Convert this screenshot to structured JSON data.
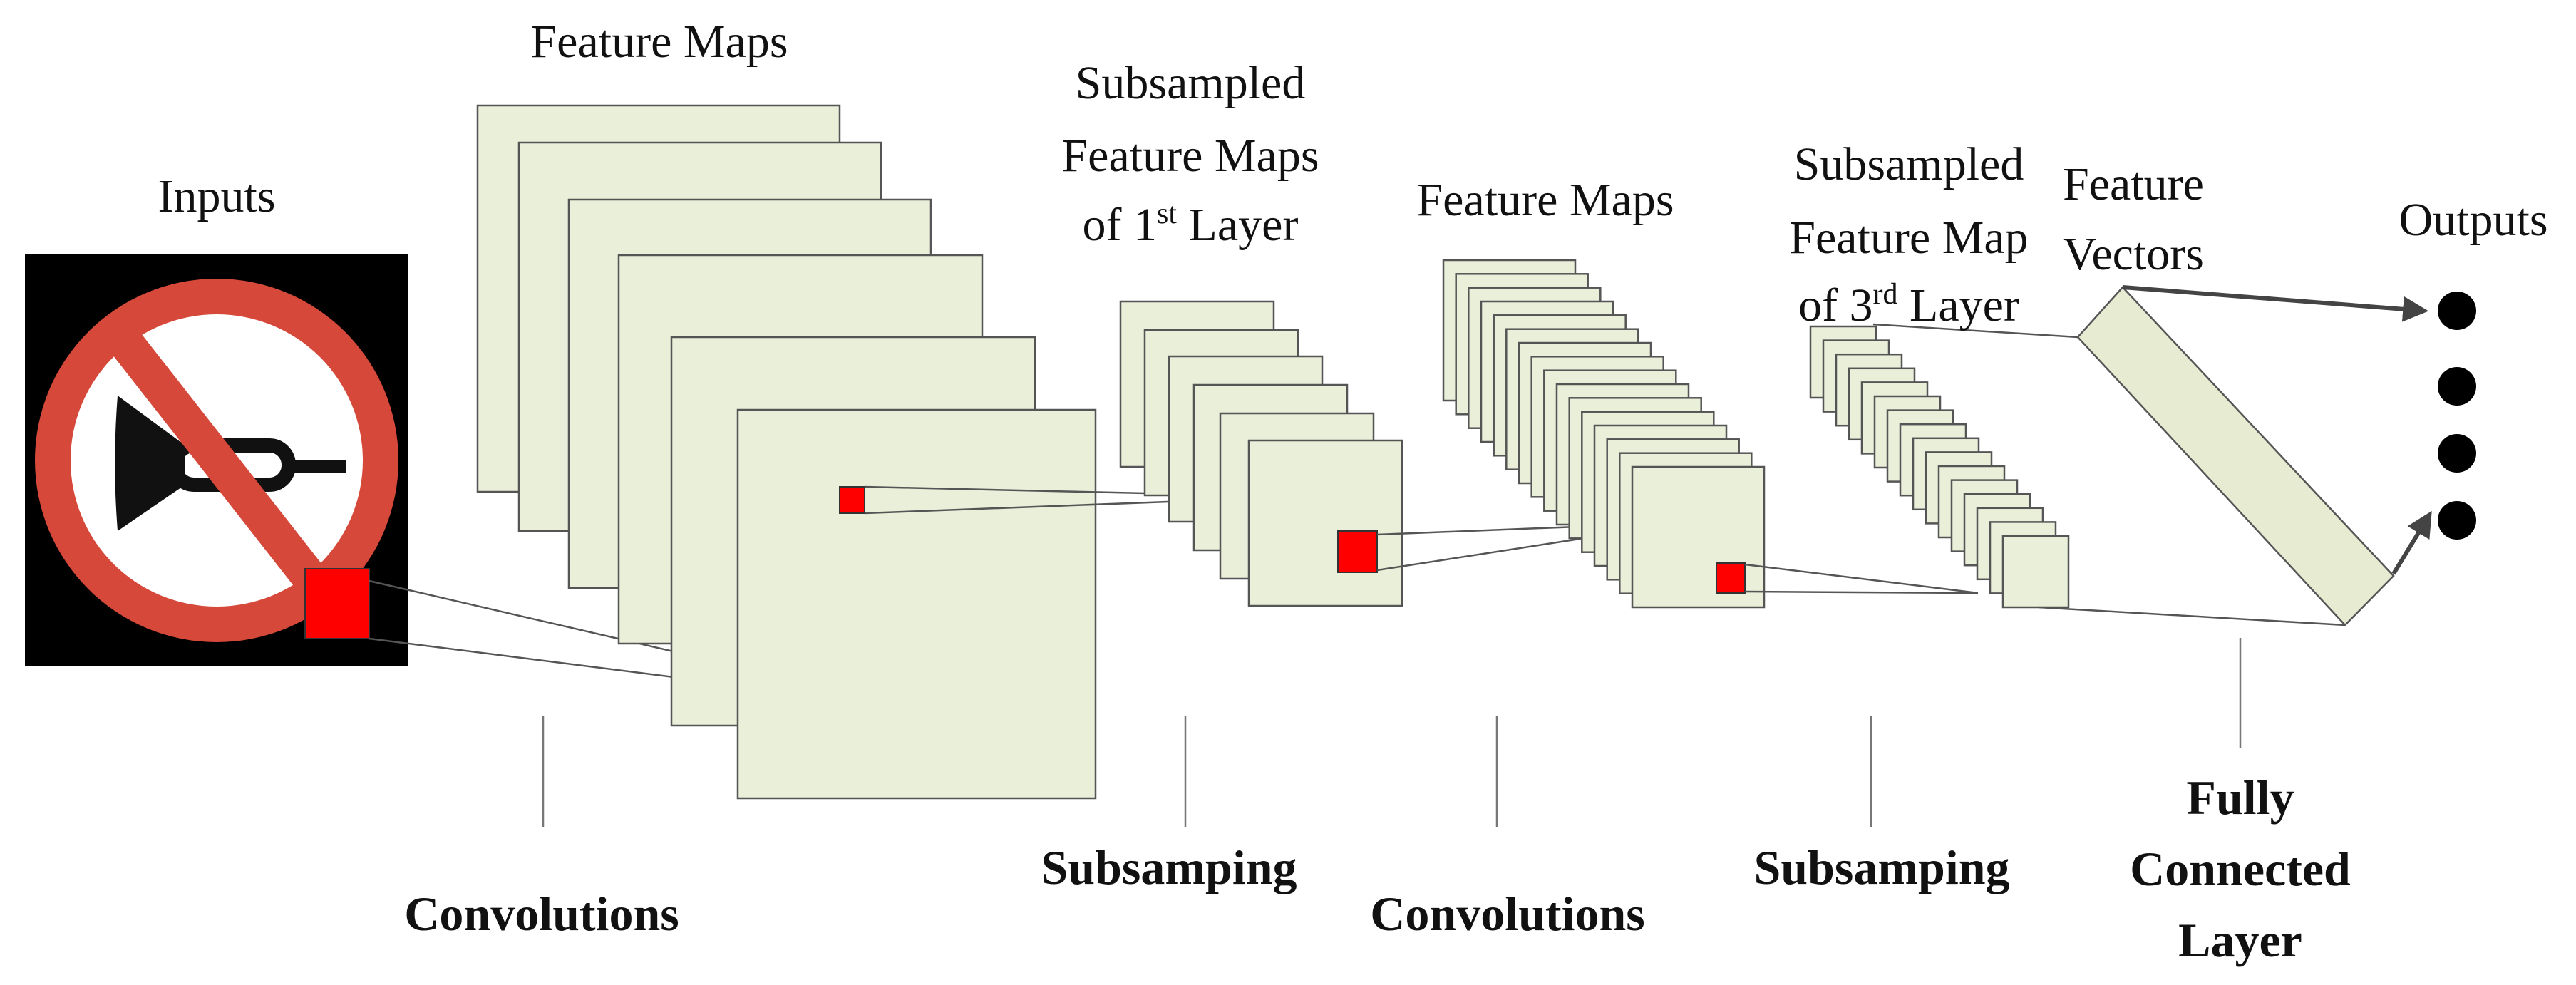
{
  "labels": {
    "inputs": "Inputs",
    "feature_maps_1": "Feature Maps",
    "subsampled_1": [
      "Subsampled",
      "Feature Maps",
      "of 1",
      "st",
      " Layer"
    ],
    "feature_maps_2": "Feature Maps",
    "subsampled_2": [
      "Subsampled",
      "Feature Map",
      "of 3",
      "rd",
      " Layer"
    ],
    "feature_vectors": [
      "Feature",
      "Vectors"
    ],
    "outputs": "Outputs"
  },
  "stages": {
    "convolutions_1": "Convolutions",
    "subsampling_1": "Subsamping",
    "convolutions_2": "Convolutions",
    "subsampling_2": "Subsamping",
    "fully_connected": [
      "Fully",
      "Connected",
      "Layer"
    ]
  },
  "colors": {
    "map_fill": "#eaefd9",
    "receptive_field": "#ff0000",
    "sign_ring": "#d6493a",
    "input_background": "#000000"
  },
  "icons": {
    "input_image": "no-horn-sign-icon"
  },
  "layers": {
    "feature_maps_1_count": 6,
    "subsampled_1_count": 6,
    "feature_maps_2_count": 16,
    "subsampled_2_count": 16,
    "output_nodes": 4
  }
}
